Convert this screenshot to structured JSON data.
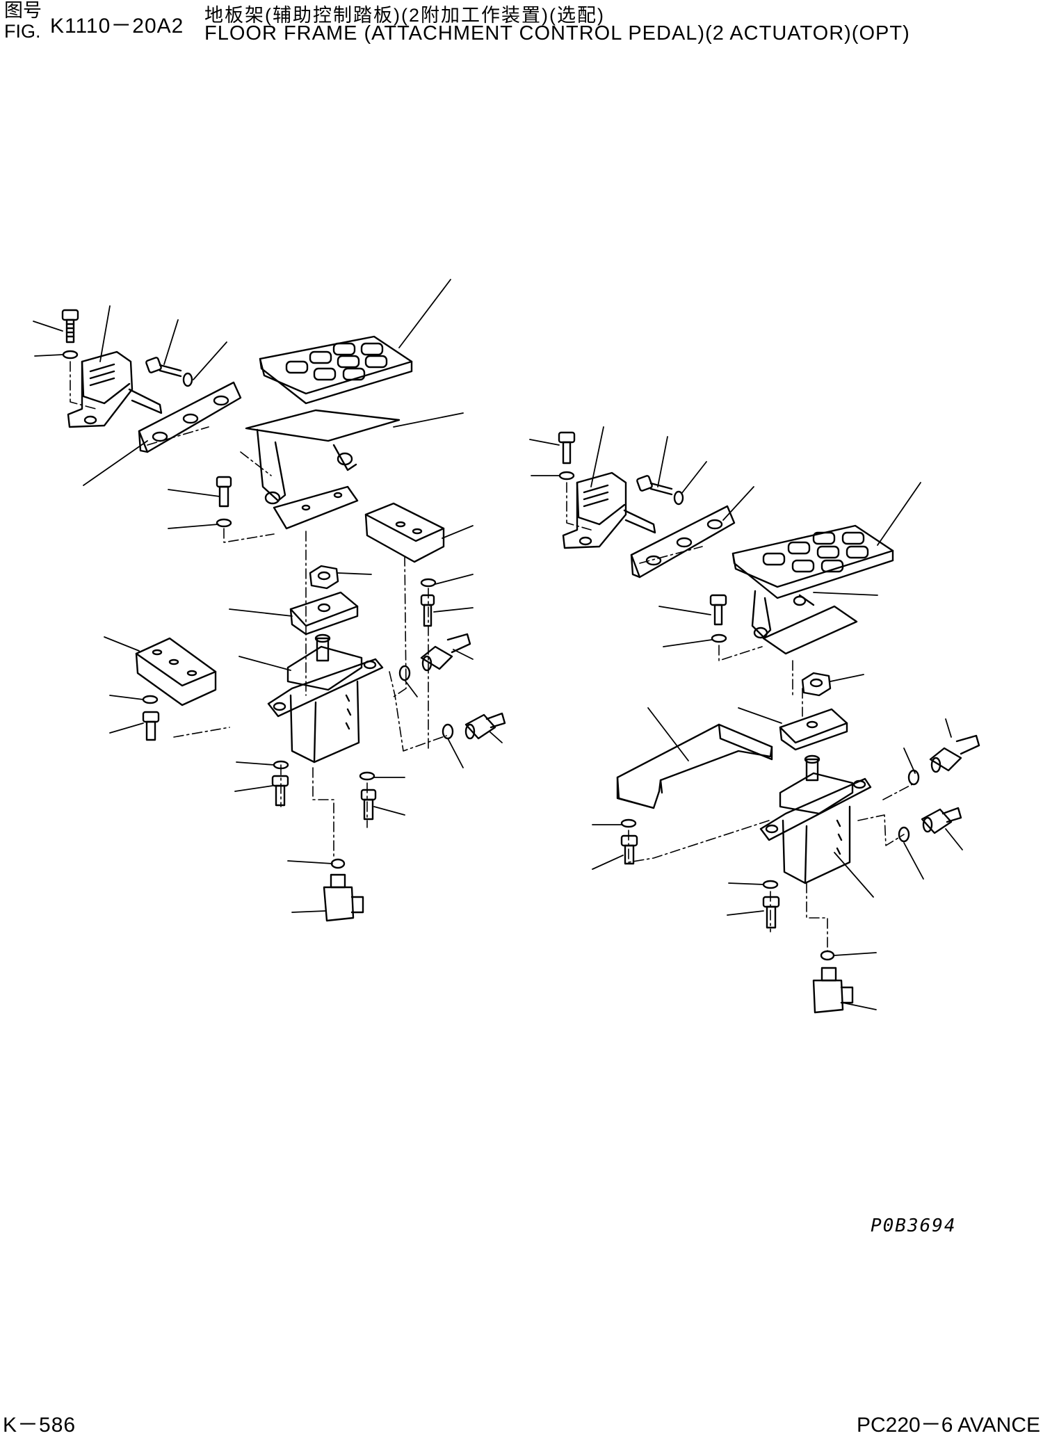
{
  "header": {
    "fig_label_cn": "图号",
    "fig_label_en": "FIG.",
    "fig_code": "K1110－20A2",
    "title_cn": "地板架(辅助控制踏板)(2附加工作装置)(选配)",
    "title_en": "FLOOR FRAME (ATTACHMENT CONTROL PEDAL)(2 ACTUATOR)(OPT)"
  },
  "drawing": {
    "drawing_number": "P0B3694"
  },
  "footer": {
    "page_number": "K－586",
    "model": "PC220－6 AVANCE"
  }
}
